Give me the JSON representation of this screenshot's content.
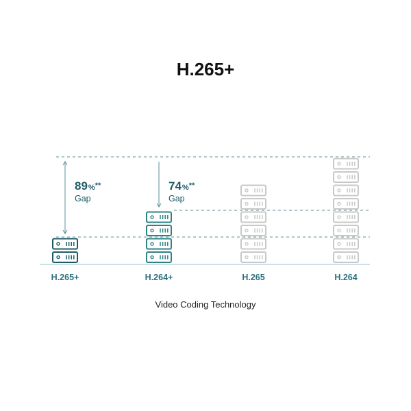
{
  "title": "H.265+",
  "chart_data": {
    "type": "bar",
    "title": "H.265+",
    "xlabel": "Video Coding Technology",
    "ylabel": "",
    "unit": "server units",
    "categories": [
      "H.265+",
      "H.264+",
      "H.265",
      "H.264"
    ],
    "values": [
      2,
      4,
      6,
      8
    ],
    "ylim": [
      0,
      8
    ],
    "grid": false,
    "colors": {
      "H.265+": "#1d5a66",
      "H.264+": "#2e8285",
      "H.265": "#c8c8c8",
      "H.264": "#c8c8c8"
    },
    "baseline_color": "#bcd7dc",
    "guide_color": "#5e8f96",
    "annotations": [
      {
        "category": "H.265+",
        "value": "89",
        "unit": "%",
        "suffix": "**",
        "label": "Gap",
        "from": 8,
        "to": 2
      },
      {
        "category": "H.264+",
        "value": "74",
        "unit": "%",
        "suffix": "**",
        "label": "Gap",
        "from": 8,
        "to": 4
      }
    ],
    "icon": "server-rack-icon"
  }
}
